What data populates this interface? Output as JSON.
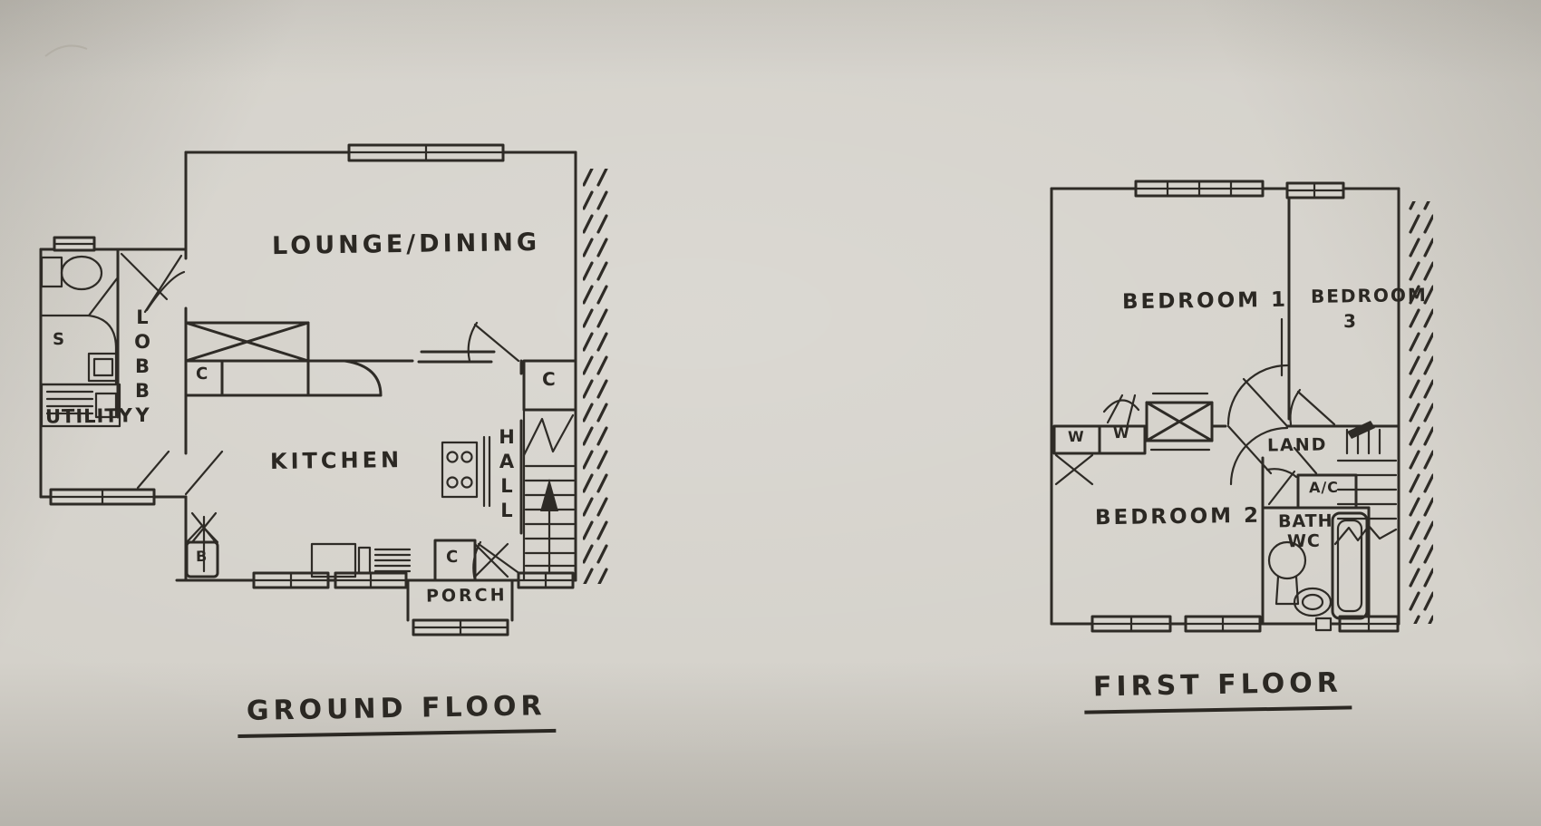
{
  "photo": {
    "paper_hex": "#d4d1ca",
    "ink_hex": "#2e2b26"
  },
  "ground_floor": {
    "title": "GROUND FLOOR",
    "rooms": {
      "lounge_dining": "LOUNGE/DINING",
      "lobby": "LOBBY",
      "utility": "UTILITY",
      "kitchen": "KITCHEN",
      "hall": "HALL",
      "porch": "PORCH"
    },
    "labels": {
      "cupboard_kitchen": "C",
      "cupboard_understairs": "C",
      "cupboard_hall": "C",
      "boiler": "B",
      "sink": "S"
    }
  },
  "first_floor": {
    "title": "FIRST FLOOR",
    "rooms": {
      "bedroom1": "BEDROOM 1",
      "bedroom2": "BEDROOM 2",
      "bedroom3_line1": "BEDROOM",
      "bedroom3_line2": "3",
      "landing": "LAND",
      "bath_line1": "BATH",
      "bath_line2": "WC",
      "airing_cupboard": "A/C"
    },
    "labels": {
      "wardrobe_left": "W",
      "wardrobe_right": "W"
    }
  }
}
